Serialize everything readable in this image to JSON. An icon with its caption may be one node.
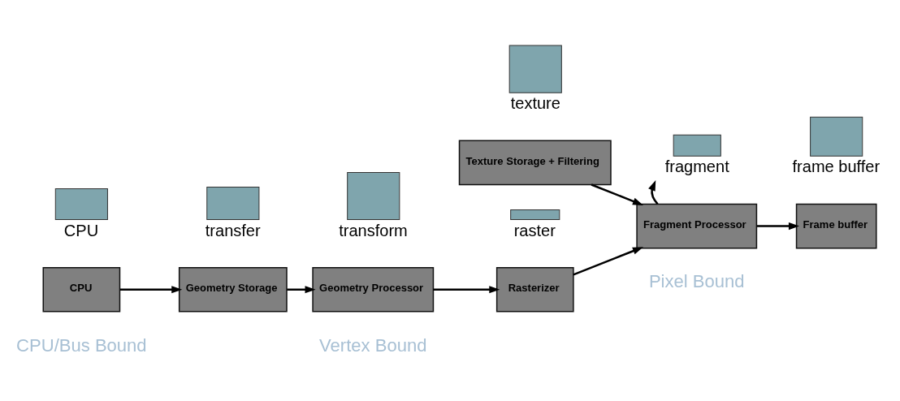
{
  "diagram": {
    "nodes": [
      {
        "text": [
          "CPU"
        ]
      },
      {
        "text": [
          "transfer"
        ]
      },
      {
        "text": [
          "transform"
        ]
      },
      {
        "text": [
          "raster"
        ]
      },
      {
        "text": [
          "texture"
        ]
      },
      {
        "text": [
          "fragment"
        ]
      },
      {
        "text": [
          "frame buffer"
        ]
      },
      {
        "text": [
          "CPU"
        ]
      },
      {
        "text": [
          "Geometry Storage"
        ]
      },
      {
        "text": [
          "Geometry Processor"
        ]
      },
      {
        "text": [
          "Rasterizer"
        ]
      },
      {
        "text": [
          "Fragment Processor"
        ]
      },
      {
        "text": [
          "Frame buffer"
        ]
      },
      {
        "text": [
          "Texture Storage + Filtering"
        ]
      }
    ],
    "edges": [
      {
        "from": 7,
        "to": 8,
        "arrow": "to"
      },
      {
        "from": 8,
        "to": 9,
        "arrow": "to"
      },
      {
        "from": 9,
        "to": 10,
        "arrow": "to"
      },
      {
        "from": 10,
        "to": 11,
        "arrow": "to"
      },
      {
        "from": 11,
        "to": 12,
        "arrow": "to"
      },
      {
        "from": 11,
        "to": 5,
        "arrow": "to"
      },
      {
        "from": 13,
        "to": 11,
        "arrow": "to"
      }
    ],
    "labels": [
      "CPU/Bus Bound",
      "Vertex Bound",
      "Pixel Bound"
    ]
  }
}
